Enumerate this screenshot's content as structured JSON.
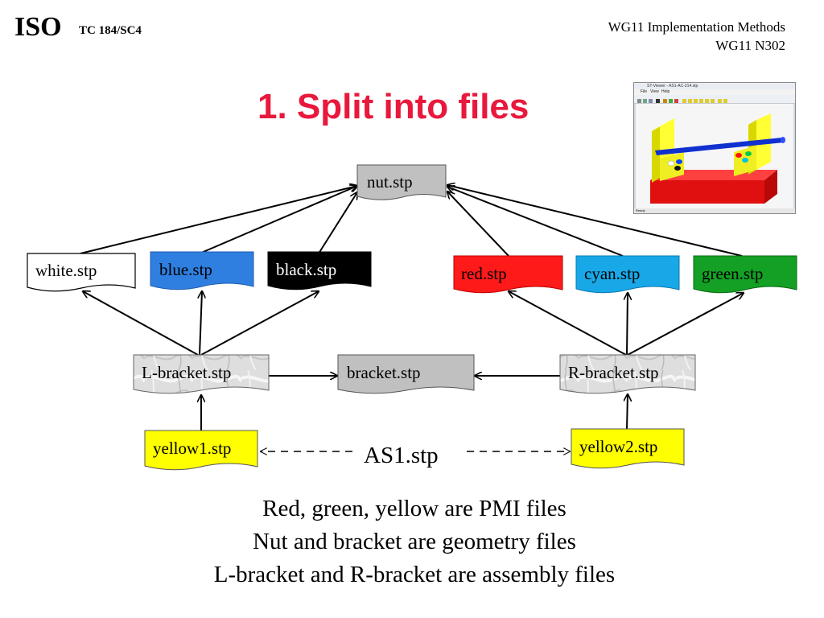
{
  "header": {
    "org": "ISO",
    "committee": "TC 184/SC4",
    "group": "WG11 Implementation Methods",
    "doc_number": "WG11 N302"
  },
  "title": "1. Split into files",
  "nodes": {
    "nut": "nut.stp",
    "white": "white.stp",
    "blue": "blue.stp",
    "black": "black.stp",
    "red": "red.stp",
    "cyan": "cyan.stp",
    "green": "green.stp",
    "lbracket": "L-bracket.stp",
    "bracket": "bracket.stp",
    "rbracket": "R-bracket.stp",
    "yellow1": "yellow1.stp",
    "yellow2": "yellow2.stp",
    "as1": "AS1.stp"
  },
  "node_colors": {
    "nut": "#c0c0c0",
    "white": "#ffffff",
    "blue": "#2f7fe0",
    "black": "#000000",
    "red": "#ff1a1a",
    "cyan": "#18a8e8",
    "green": "#13a024",
    "bracket": "#c0c0c0",
    "marble": "#dadada",
    "yellow": "#ffff00"
  },
  "notes": [
    "Red, green, yellow are PMI files",
    "Nut and bracket are geometry files",
    "L-bracket and R-bracket are assembly files"
  ],
  "thumbnail": {
    "window_title": "ST-Viewer - AS1-AC-214.stp",
    "menu": [
      "File",
      "View",
      "Help"
    ],
    "status": "Ready"
  }
}
